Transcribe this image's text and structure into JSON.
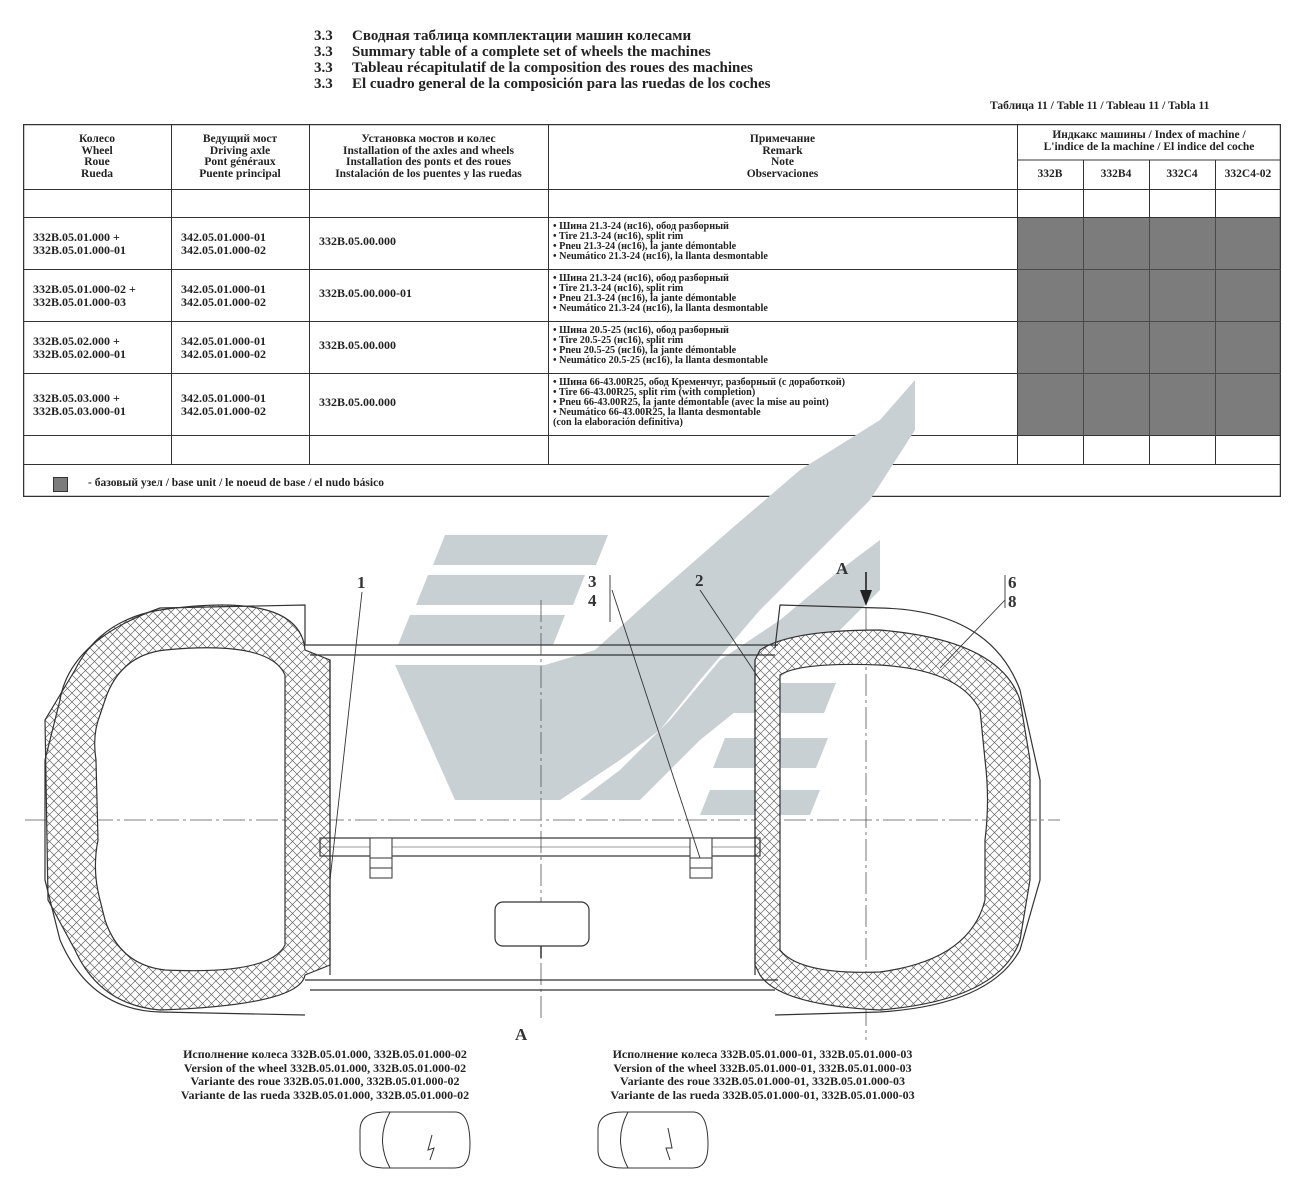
{
  "section": {
    "number": "3.3",
    "titles": [
      "Сводная таблица комплектации машин колесами",
      "Summary table of a complete set of wheels the machines",
      "Tableau récapitulatif de la composition des roues des machines",
      "El cuadro general de la composición para las ruedas de los coches"
    ]
  },
  "table_caption": "Таблица 11 / Table 11 / Tableau 11 / Tabla 11",
  "table": {
    "headers": {
      "wheel": [
        "Колесо",
        "Wheel",
        "Roue",
        "Rueda"
      ],
      "axle": [
        "Ведущий мост",
        "Driving axle",
        "Pont généraux",
        "Puente principal"
      ],
      "install": [
        "Установка мостов и колес",
        "Installation of the axles and wheels",
        "Installation des ponts et des roues",
        "Instalación de los puentes y las ruedas"
      ],
      "remark": [
        "Примечание",
        "Remark",
        "Note",
        "Observaciones"
      ],
      "index": [
        "Индкакс машины / Index of machine /",
        "L'indice de la machine / El indice del coche"
      ],
      "machines": [
        "332B",
        "332B4",
        "332C4",
        "332C4-02"
      ]
    },
    "rows": [
      {
        "wheel": [
          "332B.05.01.000 +",
          "332B.05.01.000-01"
        ],
        "axle": [
          "342.05.01.000-01",
          "342.05.01.000-02"
        ],
        "install": "332B.05.00.000",
        "remark": [
          "• Шина 21.3-24 (нс16), обод разборный",
          "• Tire 21.3-24 (нс16), split rim",
          "• Pneu 21.3-24 (нс16), la jante démontable",
          "• Neumático 21.3-24 (нс16), la llanta desmontable"
        ],
        "base": [
          true,
          true,
          true,
          true
        ]
      },
      {
        "wheel": [
          "332B.05.01.000-02 +",
          "332B.05.01.000-03"
        ],
        "axle": [
          "342.05.01.000-01",
          "342.05.01.000-02"
        ],
        "install": "332B.05.00.000-01",
        "remark": [
          "• Шина 21.3-24 (нс16), обод разборный",
          "• Tire 21.3-24 (нс16), split rim",
          "• Pneu 21.3-24 (нс16), la jante démontable",
          "• Neumático 21.3-24 (нс16), la llanta desmontable"
        ],
        "base": [
          true,
          true,
          true,
          true
        ]
      },
      {
        "wheel": [
          "332B.05.02.000 +",
          "332B.05.02.000-01"
        ],
        "axle": [
          "342.05.01.000-01",
          "342.05.01.000-02"
        ],
        "install": "332B.05.00.000",
        "remark": [
          "• Шина 20.5-25 (нс16), обод разборный",
          "• Tire 20.5-25 (нс16), split rim",
          "• Pneu 20.5-25 (нс16), la jante démontable",
          "• Neumático 20.5-25 (нс16), la llanta desmontable"
        ],
        "base": [
          true,
          true,
          true,
          true
        ]
      },
      {
        "wheel": [
          "332B.05.03.000 +",
          "332B.05.03.000-01"
        ],
        "axle": [
          "342.05.01.000-01",
          "342.05.01.000-02"
        ],
        "install": "332B.05.00.000",
        "remark": [
          "• Шина 66-43.00R25, обод Кременчуг, разборный (с доработкой)",
          "• Tire 66-43.00R25, split rim (with completion)",
          "• Pneu 66-43.00R25, la jante démontable (avec la mise au point)",
          "• Neumático 66-43.00R25, la llanta desmontable",
          "(con la elaboración definitiva)"
        ],
        "base": [
          true,
          true,
          true,
          true
        ]
      }
    ]
  },
  "legend": "- базовый узел / base unit / le noeud de base / el nudo básico",
  "colors": {
    "base_unit": "#7c7c7c",
    "watermark": "#c9d0d4",
    "hatch": "#5a5a5a"
  },
  "drawing": {
    "labels": {
      "l1": "1",
      "l2": "2",
      "l3": "3",
      "l4": "4",
      "l6": "6",
      "l8": "8",
      "section_a_top": "A",
      "section_a_bottom": "A"
    },
    "captions": {
      "left": [
        "Исполнение колеса 332B.05.01.000, 332B.05.01.000-02",
        "Version of the wheel 332B.05.01.000, 332B.05.01.000-02",
        "Variante des roue 332B.05.01.000, 332B.05.01.000-02",
        "Variante de las rueda 332B.05.01.000, 332B.05.01.000-02"
      ],
      "right": [
        "Исполнение колеса 332B.05.01.000-01, 332B.05.01.000-03",
        "Version of the wheel 332B.05.01.000-01, 332B.05.01.000-03",
        "Variante des roue 332B.05.01.000-01, 332B.05.01.000-03",
        "Variante de las rueda 332B.05.01.000-01, 332B.05.01.000-03"
      ]
    }
  }
}
